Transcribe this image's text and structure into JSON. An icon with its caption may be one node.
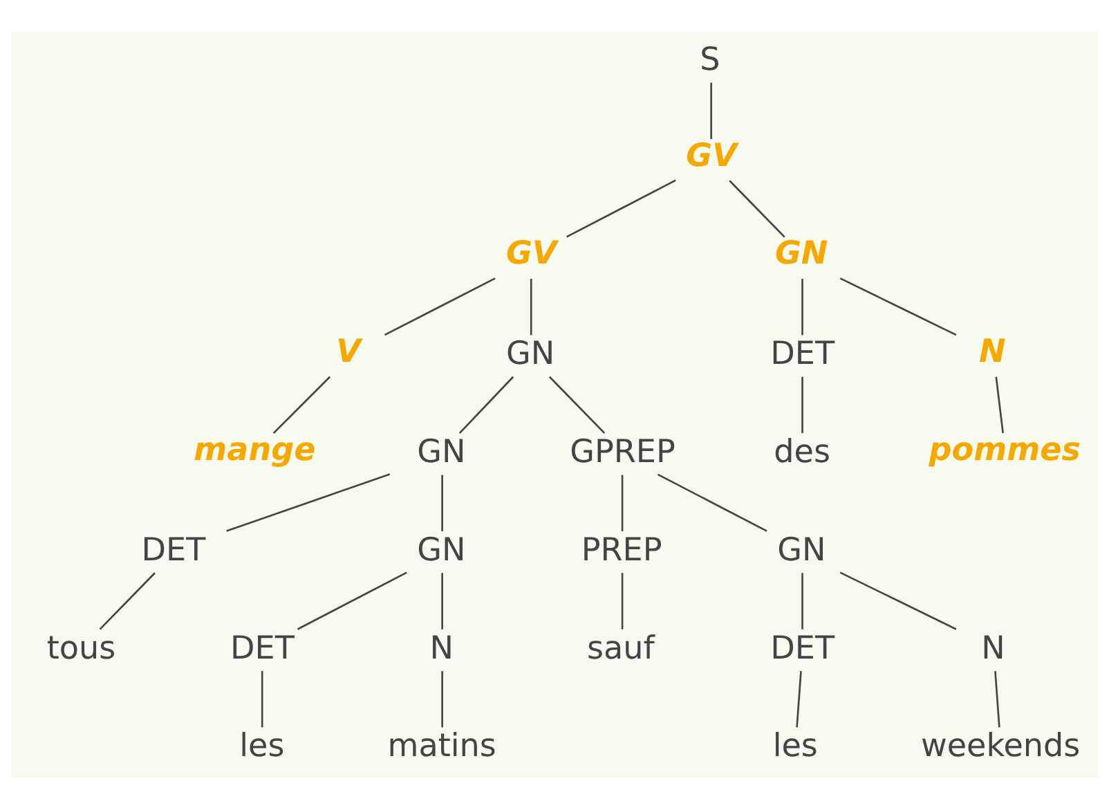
{
  "diagram": {
    "nodes": [
      {
        "text": [
          "S"
        ]
      },
      {
        "text": [
          "GV"
        ]
      },
      {
        "text": [
          "GV"
        ]
      },
      {
        "text": [
          "V"
        ]
      },
      {
        "text": [
          "mange"
        ]
      },
      {
        "text": [
          "GN"
        ]
      },
      {
        "text": [
          "GN"
        ]
      },
      {
        "text": [
          "DET"
        ]
      },
      {
        "text": [
          "tous"
        ]
      },
      {
        "text": [
          "GN"
        ]
      },
      {
        "text": [
          "DET"
        ]
      },
      {
        "text": [
          "les"
        ]
      },
      {
        "text": [
          "N"
        ]
      },
      {
        "text": [
          "matins"
        ]
      },
      {
        "text": [
          "GPREP"
        ]
      },
      {
        "text": [
          "PREP"
        ]
      },
      {
        "text": [
          "sauf"
        ]
      },
      {
        "text": [
          "GN"
        ]
      },
      {
        "text": [
          "DET"
        ]
      },
      {
        "text": [
          "les"
        ]
      },
      {
        "text": [
          "N"
        ]
      },
      {
        "text": [
          "weekends"
        ]
      },
      {
        "text": [
          "GN"
        ]
      },
      {
        "text": [
          "DET"
        ]
      },
      {
        "text": [
          "des"
        ]
      },
      {
        "text": [
          "N"
        ]
      },
      {
        "text": [
          "pommes"
        ]
      }
    ],
    "edges": [
      {
        "from": 0,
        "to": 1,
        "arrow": "none"
      },
      {
        "from": 1,
        "to": 2,
        "arrow": "none"
      },
      {
        "from": 2,
        "to": 3,
        "arrow": "none"
      },
      {
        "from": 3,
        "to": 4,
        "arrow": "none"
      },
      {
        "from": 2,
        "to": 5,
        "arrow": "none"
      },
      {
        "from": 5,
        "to": 6,
        "arrow": "none"
      },
      {
        "from": 6,
        "to": 7,
        "arrow": "none"
      },
      {
        "from": 7,
        "to": 8,
        "arrow": "none"
      },
      {
        "from": 6,
        "to": 9,
        "arrow": "none"
      },
      {
        "from": 9,
        "to": 10,
        "arrow": "none"
      },
      {
        "from": 10,
        "to": 11,
        "arrow": "none"
      },
      {
        "from": 9,
        "to": 12,
        "arrow": "none"
      },
      {
        "from": 12,
        "to": 13,
        "arrow": "none"
      },
      {
        "from": 5,
        "to": 14,
        "arrow": "none"
      },
      {
        "from": 14,
        "to": 15,
        "arrow": "none"
      },
      {
        "from": 15,
        "to": 16,
        "arrow": "none"
      },
      {
        "from": 14,
        "to": 17,
        "arrow": "none"
      },
      {
        "from": 17,
        "to": 18,
        "arrow": "none"
      },
      {
        "from": 18,
        "to": 19,
        "arrow": "none"
      },
      {
        "from": 17,
        "to": 20,
        "arrow": "none"
      },
      {
        "from": 20,
        "to": 21,
        "arrow": "none"
      },
      {
        "from": 1,
        "to": 22,
        "arrow": "none"
      },
      {
        "from": 22,
        "to": 23,
        "arrow": "none"
      },
      {
        "from": 23,
        "to": 24,
        "arrow": "none"
      },
      {
        "from": 22,
        "to": 25,
        "arrow": "none"
      },
      {
        "from": 25,
        "to": 26,
        "arrow": "none"
      }
    ]
  }
}
